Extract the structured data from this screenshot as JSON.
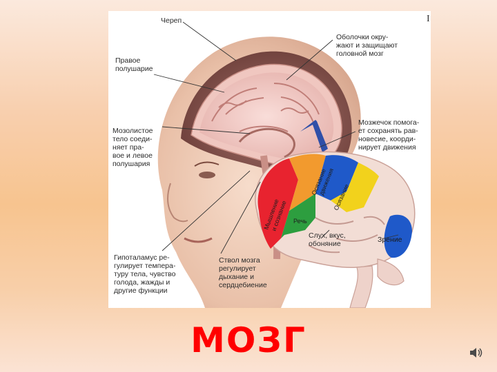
{
  "title": "МОЗГ",
  "corner_mark": "I",
  "labels": {
    "skull": "Череп",
    "meninges": "Оболочки окру-\nжают и защищают\nголовной мозг",
    "right_hemisphere": "Правое\nполушарие",
    "corpus_callosum": "Мозолистое\nтело соеди-\nняет пра-\nвое и левое\nполушария",
    "cerebellum": "Мозжечок помога-\nет сохранять рав-\nновесие, коорди-\nнирует движения",
    "hypothalamus": "Гипоталамус ре-\nгулирует темпера-\nтуру тела, чувство\nголода, жажды и\nдругие функции",
    "brainstem": "Ствол мозга\nрегулирует\nдыхание и\nсердцебиение",
    "hearing": "Слух, вкус,\nобоняние",
    "vision": "Зрение"
  },
  "lobes": {
    "thinking_line1": "Мышление",
    "thinking_line2": "и сознание",
    "movement_line1": "Осязание",
    "movement_line2": "движения",
    "touch": "Осязание",
    "speech": "Речь"
  },
  "colors": {
    "title": "#ff0000",
    "lobe_red": "#e8232f",
    "lobe_green": "#2d9e3f",
    "lobe_yellow": "#f2d21c",
    "lobe_blue": "#1f59c9",
    "lobe_orange": "#f29a2e"
  },
  "icons": {
    "speaker": "speaker-icon"
  }
}
